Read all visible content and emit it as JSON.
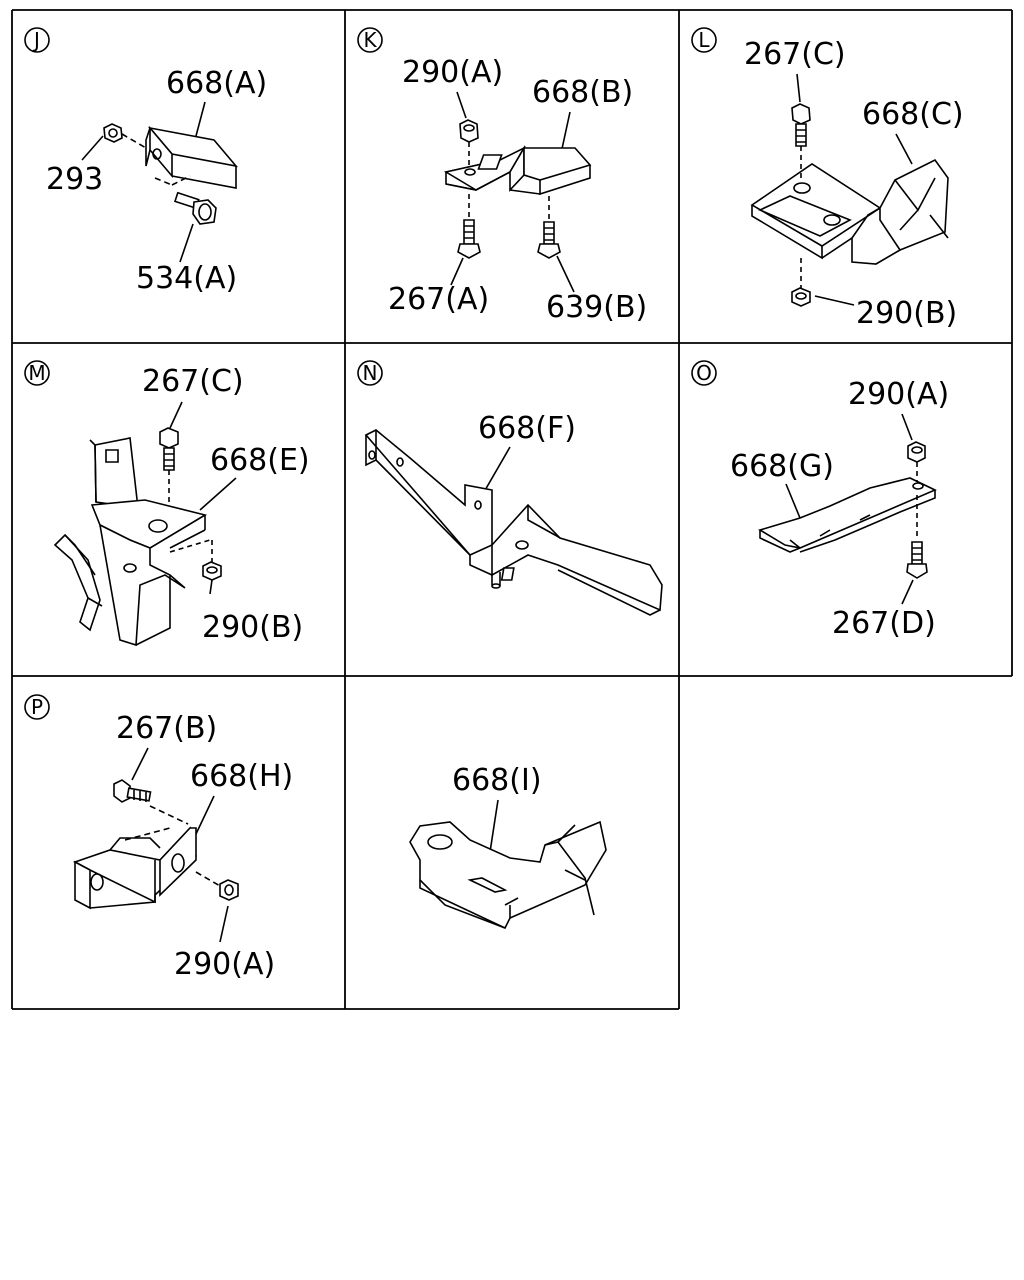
{
  "panels": [
    {
      "id": "J",
      "letter": "J",
      "labels": [
        {
          "text": "668(A)"
        },
        {
          "text": "293"
        },
        {
          "text": "534(A)"
        }
      ]
    },
    {
      "id": "K",
      "letter": "K",
      "labels": [
        {
          "text": "290(A)"
        },
        {
          "text": "668(B)"
        },
        {
          "text": "267(A)"
        },
        {
          "text": "639(B)"
        }
      ]
    },
    {
      "id": "L",
      "letter": "L",
      "labels": [
        {
          "text": "267(C)"
        },
        {
          "text": "668(C)"
        },
        {
          "text": "290(B)"
        }
      ]
    },
    {
      "id": "M",
      "letter": "M",
      "labels": [
        {
          "text": "267(C)"
        },
        {
          "text": "668(E)"
        },
        {
          "text": "290(B)"
        }
      ]
    },
    {
      "id": "N",
      "letter": "N",
      "labels": [
        {
          "text": "668(F)"
        }
      ]
    },
    {
      "id": "O",
      "letter": "O",
      "labels": [
        {
          "text": "290(A)"
        },
        {
          "text": "668(G)"
        },
        {
          "text": "267(D)"
        }
      ]
    },
    {
      "id": "P",
      "letter": "P",
      "labels": [
        {
          "text": "267(B)"
        },
        {
          "text": "668(H)"
        },
        {
          "text": "290(A)"
        }
      ]
    },
    {
      "id": "Q",
      "letter": "",
      "labels": [
        {
          "text": "668(I)"
        }
      ]
    }
  ]
}
